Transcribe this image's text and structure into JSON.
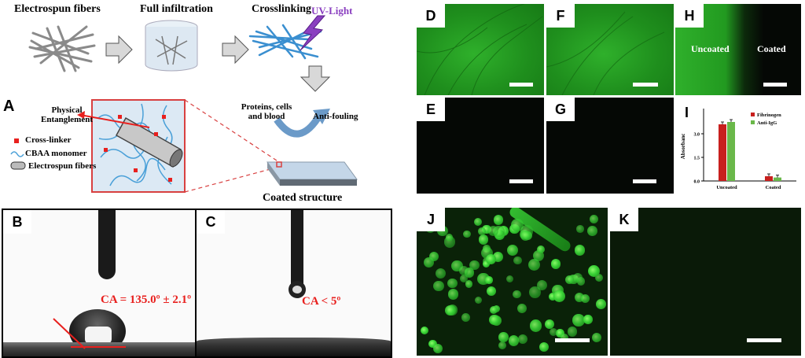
{
  "panels": {
    "a": {
      "letter": "A",
      "steps": [
        "Electrospun fibers",
        "Full infiltration",
        "Crosslinking"
      ],
      "uv_label": "UV-Light",
      "physical_entanglement": "Physical Entanglement",
      "legend": [
        "Cross-linker",
        "CBAA monomer",
        "Electrospun fibers"
      ],
      "proteins_label": "Proteins, cells and blood",
      "antifouling_label": "Anti-fouling",
      "coated_structure": "Coated structure"
    },
    "b": {
      "letter": "B",
      "ca_text": "CA = 135.0º ± 2.1º"
    },
    "c": {
      "letter": "C",
      "ca_text": "CA < 5º"
    },
    "d": {
      "letter": "D"
    },
    "e": {
      "letter": "E"
    },
    "f": {
      "letter": "F"
    },
    "g": {
      "letter": "G"
    },
    "h": {
      "letter": "H",
      "uncoated": "Uncoated",
      "coated": "Coated"
    },
    "i": {
      "letter": "I"
    },
    "j": {
      "letter": "J"
    },
    "k": {
      "letter": "K"
    }
  },
  "chart_data": {
    "type": "bar",
    "categories": [
      "Uncoated",
      "Coated"
    ],
    "series": [
      {
        "name": "Fibrinogen",
        "color": "#c8201e",
        "values": [
          3.6,
          0.3
        ]
      },
      {
        "name": "Anti-IgG",
        "color": "#6ab84a",
        "values": [
          3.75,
          0.22
        ]
      }
    ],
    "ylabel": "Absorbanc",
    "yticks": [
      "0.0",
      "1.5",
      "3.0"
    ],
    "ylim": [
      0,
      4.6
    ]
  },
  "colors": {
    "fluorescence_green": "#2fb02b",
    "annotation_red": "#e8201e",
    "uv_purple": "#8a3fc0"
  }
}
